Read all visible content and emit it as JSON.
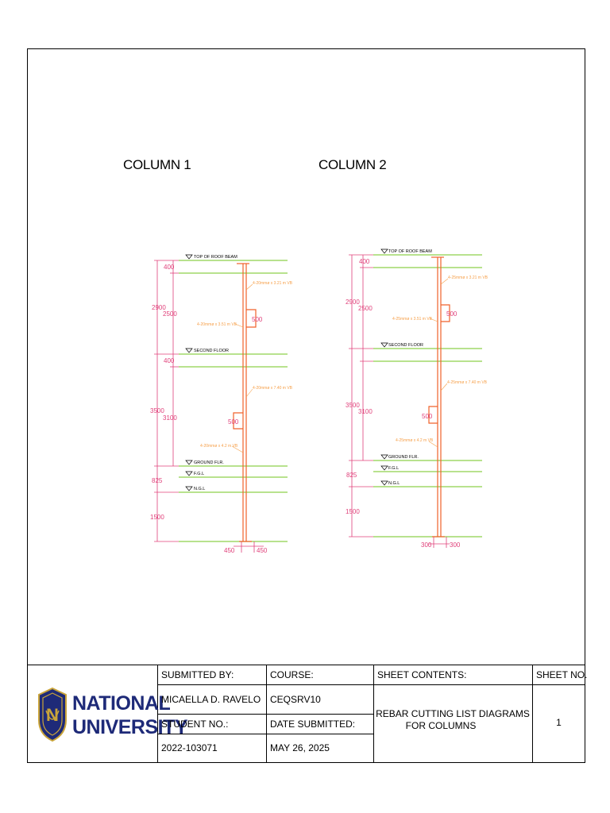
{
  "columns": [
    {
      "title": "COLUMN 1",
      "levels": {
        "roof": "TOP OF ROOF BEAM",
        "second": "SECOND FLOOR",
        "ground": "GROUND FLR.",
        "fgl": "F.G.L",
        "ngl": "N.G.L"
      },
      "dims": {
        "top": "400",
        "upper_total": "2900",
        "upper_clear": "2500",
        "mid": "400",
        "lower_total": "3500",
        "lower_clear": "3100",
        "fgl": "825",
        "foot": "1500",
        "lap1": "500",
        "lap2": "500",
        "base_left": "450",
        "base_right": "450"
      },
      "bars": {
        "b1": "4-20mmø x 3.21 m VB",
        "b2": "4-20mmø x 3.51 m VB",
        "b3": "4-20mmø x 7.40 m VB",
        "b4": "4-20mmø x 4.2 m VB"
      }
    },
    {
      "title": "COLUMN 2",
      "levels": {
        "roof": "TOP OF ROOF BEAM",
        "second": "SECOND FLOOR",
        "ground": "GROUND FLR.",
        "fgl": "F.G.L",
        "ngl": "N.G.L"
      },
      "dims": {
        "top": "400",
        "upper_total": "2900",
        "upper_clear": "2500",
        "lower_total": "3500",
        "lower_clear": "3100",
        "fgl": "825",
        "foot": "1500",
        "lap1": "500",
        "lap2": "500",
        "base_left": "300",
        "base_right": "300"
      },
      "bars": {
        "b1": "4-25mmø x 3.21 m VB",
        "b2": "4-25mmø x 3.51 m VB",
        "b3": "4-25mmø x 7.40 m VB",
        "b4": "4-25mmø x 4.2 m VB"
      }
    }
  ],
  "title_block": {
    "logo_line1": "NATIONAL",
    "logo_line2": "UNIVERSITY",
    "submitted_by_label": "SUBMITTED BY:",
    "submitted_by": "MICAELLA D. RAVELO",
    "student_no_label": "STUDENT NO.:",
    "student_no": "2022-103071",
    "course_label": "COURSE:",
    "course": "CEQSRV10",
    "date_label": "DATE SUBMITTED:",
    "date": "MAY 26, 2025",
    "sheet_contents_label": "SHEET CONTENTS:",
    "sheet_contents_1": "REBAR CUTTING LIST DIAGRAMS",
    "sheet_contents_2": "FOR COLUMNS",
    "sheet_no_label": "SHEET NO.",
    "sheet_no": "1"
  },
  "colors": {
    "floor_line": "#8ed14a",
    "dimension": "#e0407a",
    "rebar": "#f0622a",
    "bar_label": "#f6a04a",
    "logo": "#1e2a78"
  }
}
